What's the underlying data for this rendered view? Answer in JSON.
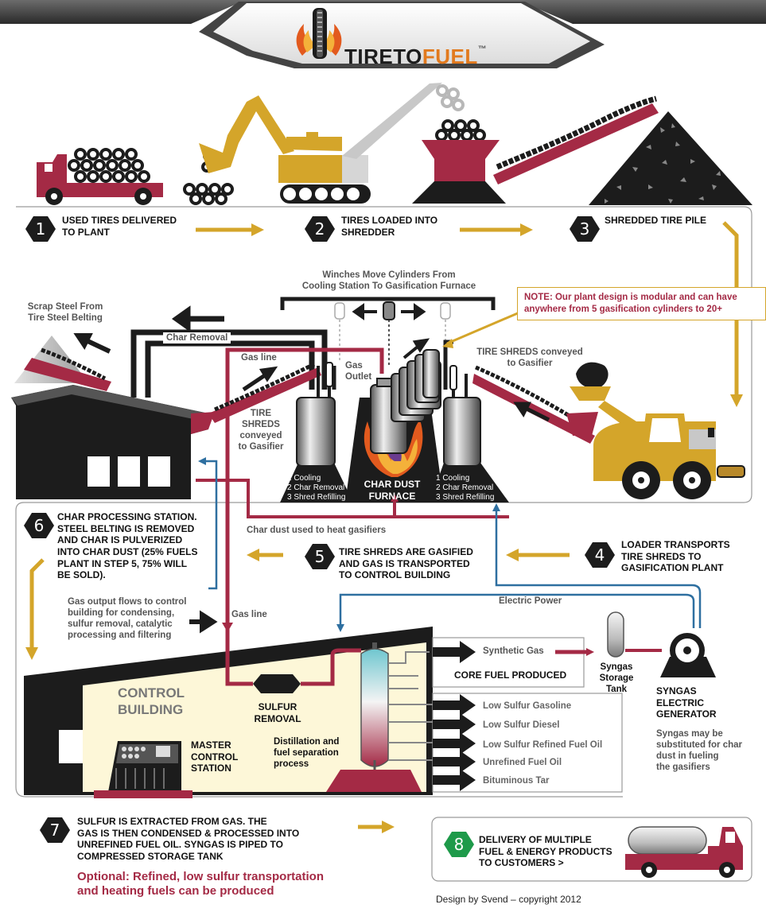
{
  "logo": {
    "part1": "TIRETO",
    "part2": "FUEL",
    "trademark": "™"
  },
  "steps": [
    {
      "n": "1",
      "text": "USED TIRES DELIVERED\nTO PLANT"
    },
    {
      "n": "2",
      "text": "TIRES LOADED INTO\nSHREDDER"
    },
    {
      "n": "3",
      "text": "SHREDDED TIRE PILE"
    },
    {
      "n": "4",
      "text": "LOADER TRANSPORTS\nTIRE SHREDS TO\nGASIFICATION PLANT"
    },
    {
      "n": "5",
      "text": "TIRE SHREDS ARE GASIFIED\nAND GAS IS TRANSPORTED\nTO CONTROL BUILDING"
    },
    {
      "n": "6",
      "text": "CHAR PROCESSING STATION.\nSTEEL BELTING IS  REMOVED\nAND CHAR IS PULVERIZED\nINTO CHAR DUST (25% FUELS\nPLANT IN STEP 5, 75% WILL\nBE SOLD)."
    },
    {
      "n": "7",
      "text": "SULFUR IS EXTRACTED FROM GAS. THE\nGAS IS THEN CONDENSED & PROCESSED INTO\nUNREFINED FUEL OIL. SYNGAS IS PIPED TO\nCOMPRESSED STORAGE TANK"
    },
    {
      "n": "8",
      "text": "DELIVERY OF MULTIPLE\nFUEL & ENERGY PRODUCTS\nTO CUSTOMERS >"
    }
  ],
  "labels": {
    "winches": "Winches Move Cylinders From\nCooling Station To Gasification Furnace",
    "note": "NOTE: Our plant design is\nmodular and can have anywhere\nfrom 5 gasification cylinders to 20+",
    "scrap_steel": "Scrap Steel From\nTire Steel Belting",
    "char_removal": "Char Removal",
    "gas_line_top": "Gas line",
    "gas_outlet": "Gas\nOutlet",
    "tire_shreds_left": "TIRE\nSHREDS\nconveyed\nto Gasifier",
    "tire_shreds_right": "TIRE SHREDS conveyed\nto Gasifier",
    "cyl_left": "1 Cooling\n2 Char Removal\n3 Shred Refilling",
    "cyl_right": "1 Cooling\n2 Char Removal\n3 Shred Refilling",
    "furnace": "CHAR DUST\nFURNACE",
    "char_dust": "Char dust used to heat gasifiers",
    "electric_power": "Electric Power",
    "gas_output": "Gas output flows to control\nbuilding for condensing,\nsulfur removal, catalytic\nprocessing and filtering",
    "gas_line_mid": "Gas line",
    "control_building": "CONTROL\nBUILDING",
    "sulfur_removal": "SULFUR\nREMOVAL",
    "master_control": "MASTER\nCONTROL\nSTATION",
    "distillation": "Distillation and\nfuel separation\nprocess",
    "synthetic_gas": "Synthetic Gas",
    "core_fuel": "CORE FUEL PRODUCED",
    "syngas_tank": "Syngas\nStorage\nTank",
    "generator": "SYNGAS\nELECTRIC\nGENERATOR",
    "substitute": "Syngas may be\nsubstituted for char\ndust in fueling\nthe gasifiers",
    "optional": "Optional: Refined, low sulfur transportation\nand heating fuels can be produced",
    "credit": "Design by Svend – copyright 2012"
  },
  "products": [
    "Low Sulfur Gasoline",
    "Low Sulfur Diesel",
    "Low Sulfur Refined Fuel Oil",
    "Unrefined Fuel Oil",
    "Bituminous Tar"
  ],
  "colors": {
    "crimson": "#a42a45",
    "gold": "#d4a52a",
    "black": "#1c1c1c",
    "blue": "#2e6fa0",
    "gray": "#9a9a9a",
    "cream": "#fdf7d8",
    "green": "#1e9a4a"
  }
}
